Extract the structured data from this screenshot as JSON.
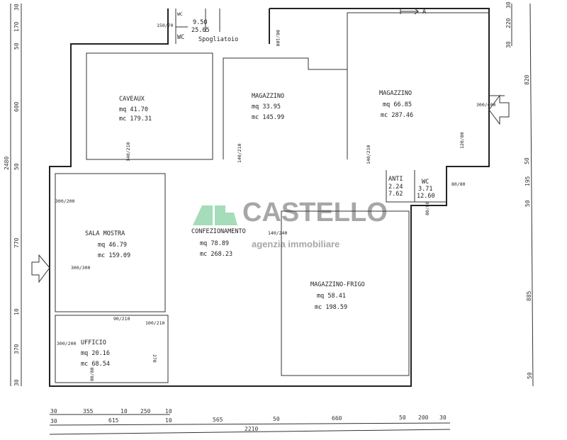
{
  "rooms": [
    {
      "name": "CAVEAUX",
      "area": "mq 41.70",
      "volume": "mc 179.31"
    },
    {
      "name": "MAGAZZINO",
      "area": "mq 33.95",
      "volume": "mc 145.99"
    },
    {
      "name": "MAGAZZINO",
      "area": "mq 66.85",
      "volume": "mc 287.46"
    },
    {
      "name": "SALA MOSTRA",
      "area": "mq 46.79",
      "volume": "mc 159.09"
    },
    {
      "name": "CONFEZIONAMENTO",
      "area": "mq 78.89",
      "volume": "mc 268.23"
    },
    {
      "name": "MAGAZZINO-FRIGO",
      "area": "mq 58.41",
      "volume": "mc 198.59"
    },
    {
      "name": "UFFICIO",
      "area": "mq 20.16",
      "volume": "mc 68.54"
    },
    {
      "name": "ANTI",
      "area": "2.24",
      "volume": "7.62"
    },
    {
      "name": "WC",
      "area": "3.71",
      "volume": "12.60"
    }
  ],
  "spogliatoio": {
    "name": "Spogliatoio",
    "area": "9.50",
    "volume": "25.65",
    "wc1": "WC",
    "wc2": "WC",
    "dim_left": "150/70",
    "dim_right": "80/100"
  },
  "doors": [
    "140/210",
    "140/210",
    "140/210",
    "120/80",
    "80/80",
    "80/80",
    "300/400",
    "300/200",
    "300/300",
    "140/240",
    "90/210",
    "100/210",
    "300/200",
    "270",
    "80/80"
  ],
  "dimensions": {
    "bottom_row1": [
      "30",
      "355",
      "10",
      "250",
      "10"
    ],
    "bottom_row2": [
      "30",
      "615",
      "10",
      "565",
      "50",
      "660",
      "50",
      "200",
      "30"
    ],
    "bottom_total": "2210",
    "left": [
      "30",
      "170",
      "50",
      "600",
      "50",
      "770",
      "10",
      "370",
      "30"
    ],
    "left_total": "2480",
    "right": [
      "30",
      "220",
      "30",
      "820",
      "50",
      "195",
      "50",
      "885",
      "50"
    ]
  },
  "section_marker": "A",
  "watermark": {
    "brand": "CASTELLO",
    "subtitle": "agenzia immobiliare",
    "logo_color": "#8fd3a8"
  }
}
